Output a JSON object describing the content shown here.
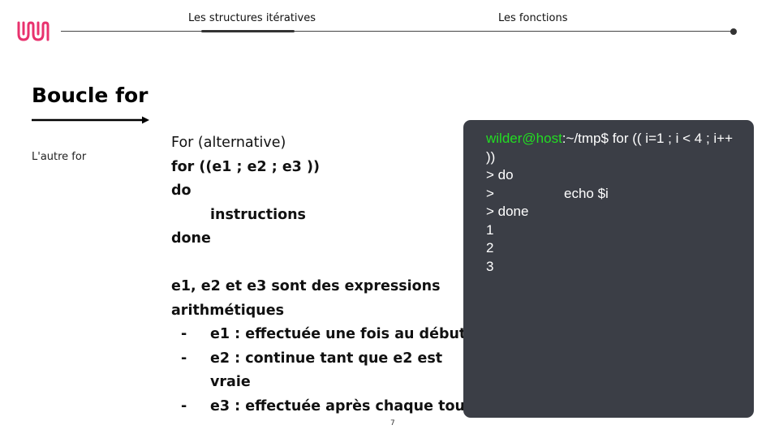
{
  "nav": {
    "items": [
      "Les structures itératives",
      "Les fonctions"
    ],
    "active_index": 0
  },
  "colors": {
    "brand": "#e8326e",
    "terminal_bg": "#3b3e46",
    "prompt_user": "#22dd22"
  },
  "slide": {
    "title": "Boucle for",
    "subtitle": "L'autre for",
    "body": {
      "heading": "For (alternative)",
      "syntax": [
        "for ((e1 ; e2 ; e3 ))",
        "do",
        "instructions",
        "done"
      ],
      "description": "e1, e2 et e3 sont des expressions arithmétiques",
      "bullets": [
        {
          "dash": "-",
          "term": "e1",
          "text": " : effectuée une fois au début"
        },
        {
          "dash": "-",
          "term": "e2",
          "text": " : continue tant que e2 est vraie"
        },
        {
          "dash": "-",
          "term": "e3",
          "text": " : effectuée après chaque tour"
        }
      ]
    },
    "terminal": {
      "prompt_user": "wilder@host",
      "prompt_path": ":~/tmp$ ",
      "command": "for (( i=1 ; i < 4 ; i++ ))",
      "lines": [
        "> do",
        ">",
        "echo $i",
        "> done",
        "1",
        "2",
        "3"
      ]
    },
    "page_number": "7"
  }
}
